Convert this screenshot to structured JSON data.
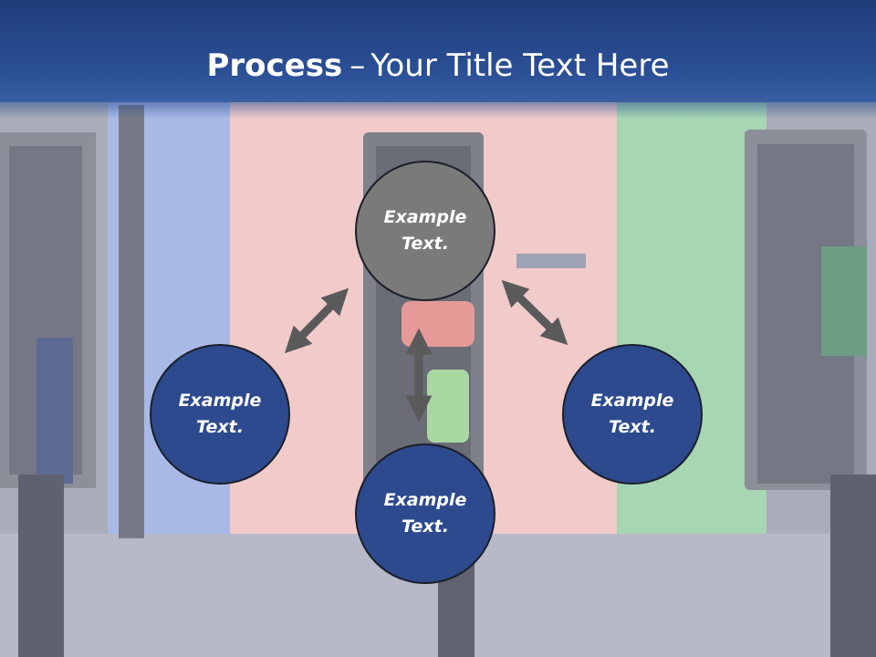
{
  "title": {
    "bold": "Process",
    "separator": "–",
    "rest": "Your Title Text Here"
  },
  "nodes": {
    "top": "Example\nText.",
    "left": "Example\nText.",
    "right": "Example\nText.",
    "bottom": "Example\nText."
  },
  "colors": {
    "header": "#2b4f95",
    "node_blue": "#2d4a8e",
    "node_gray": "#7a7a7a",
    "arrow": "#5a5a5a"
  }
}
